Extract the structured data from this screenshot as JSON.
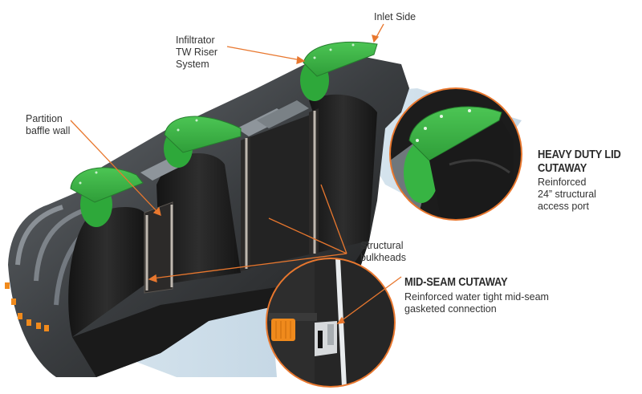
{
  "title": "Infiltrator two-compartment tank cutaway illustration",
  "colors": {
    "accent_orange": "#e8772e",
    "lid_green": "#3fb548",
    "lid_green_dark": "#2a8a32",
    "tank_black": "#1e1e1e",
    "tank_grey": "#5c6166",
    "highlight_beam": "#cfe0ec",
    "clip_orange": "#f08a1c"
  },
  "callouts": {
    "inlet_side": {
      "lines": [
        "Inlet Side"
      ]
    },
    "riser_system": {
      "lines": [
        "Infiltrator",
        "TW Riser",
        "System"
      ]
    },
    "partition": {
      "lines": [
        "Partition",
        "baffle wall"
      ]
    },
    "bulkheads": {
      "lines": [
        "Structural",
        "bulkheads"
      ]
    }
  },
  "detail_lid": {
    "heading_lines": [
      "HEAVY DUTY LID",
      "CUTAWAY"
    ],
    "description_lines": [
      "Reinforced",
      "24” structural",
      "access port"
    ]
  },
  "detail_seam": {
    "heading_lines": [
      "MID-SEAM CUTAWAY"
    ],
    "description_lines": [
      "Reinforced water tight mid-seam",
      "gasketed connection"
    ]
  },
  "icons": {
    "lid": "green-riser-lid",
    "clip": "orange-seam-clip"
  }
}
